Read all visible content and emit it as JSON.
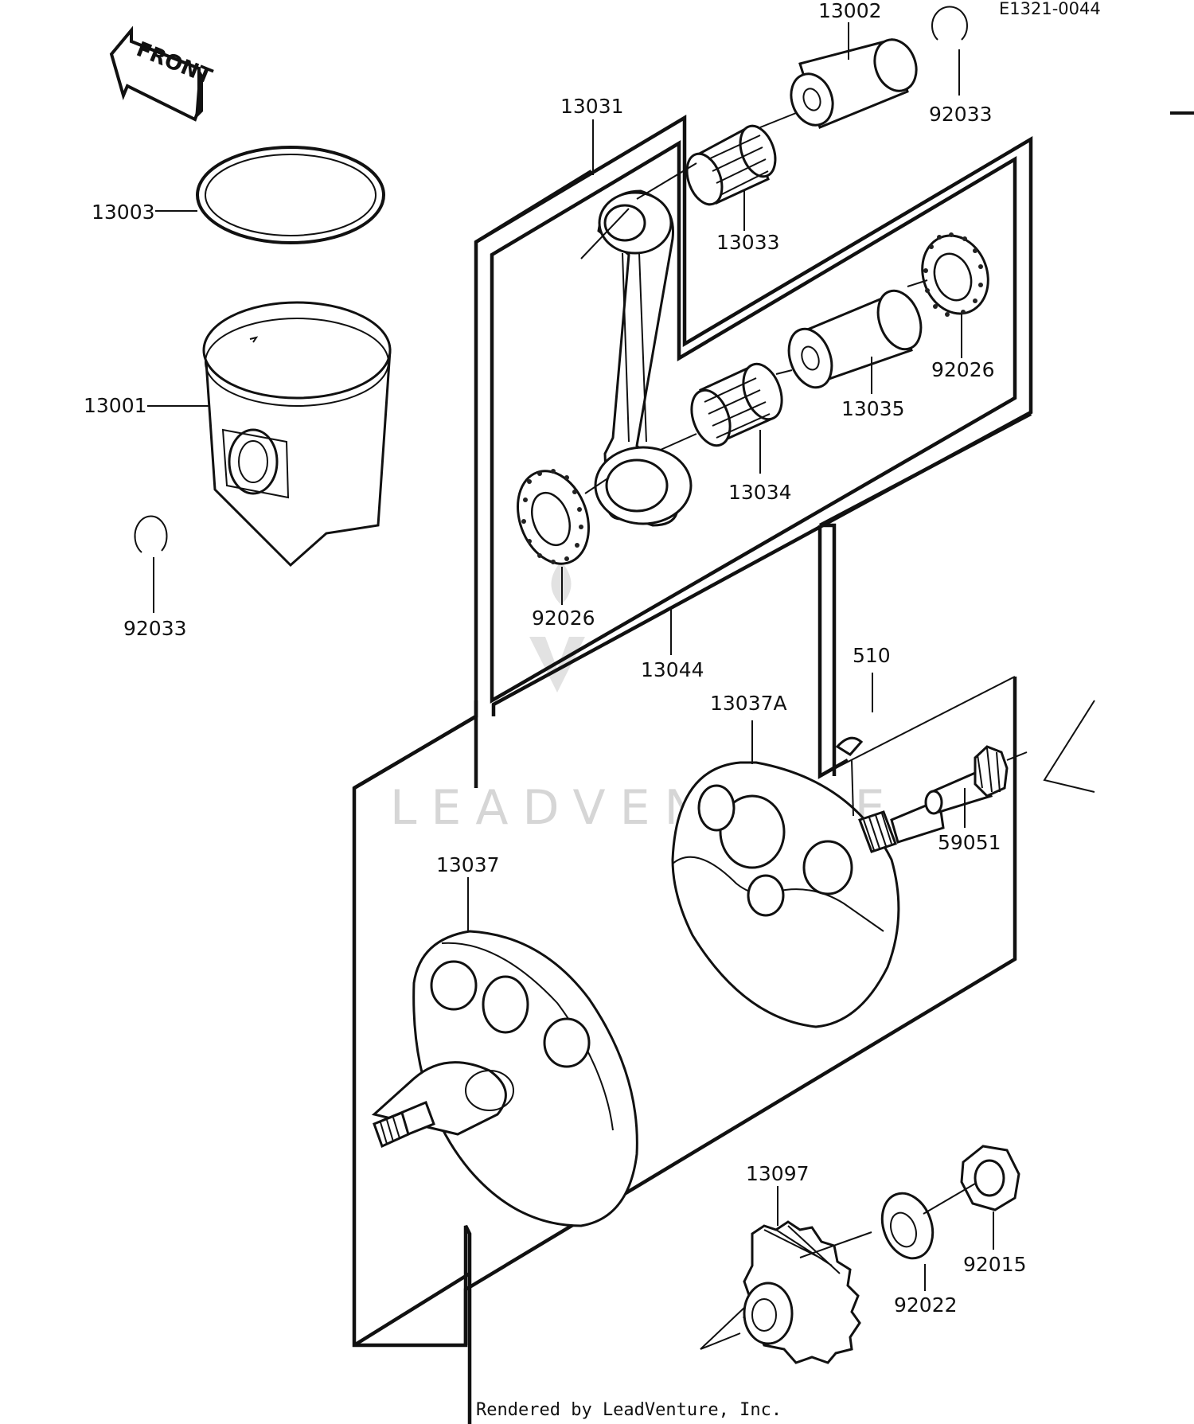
{
  "diagram_code": "E1321-0044",
  "front_label": "FRONT",
  "watermark": "LEADVENTURE",
  "footer": "Rendered by LeadVenture, Inc.",
  "callouts": [
    {
      "id": "13002",
      "text": "13002"
    },
    {
      "id": "92033_top",
      "text": "92033"
    },
    {
      "id": "13031",
      "text": "13031"
    },
    {
      "id": "13003",
      "text": "13003"
    },
    {
      "id": "13033",
      "text": "13033"
    },
    {
      "id": "13001",
      "text": "13001"
    },
    {
      "id": "92026_right",
      "text": "92026"
    },
    {
      "id": "13035",
      "text": "13035"
    },
    {
      "id": "13034",
      "text": "13034"
    },
    {
      "id": "92033_left",
      "text": "92033"
    },
    {
      "id": "92026_left",
      "text": "92026"
    },
    {
      "id": "13044",
      "text": "13044"
    },
    {
      "id": "510",
      "text": "510"
    },
    {
      "id": "13037A",
      "text": "13037A"
    },
    {
      "id": "59051",
      "text": "59051"
    },
    {
      "id": "13037",
      "text": "13037"
    },
    {
      "id": "13097",
      "text": "13097"
    },
    {
      "id": "92015",
      "text": "92015"
    },
    {
      "id": "92022",
      "text": "92022"
    }
  ]
}
